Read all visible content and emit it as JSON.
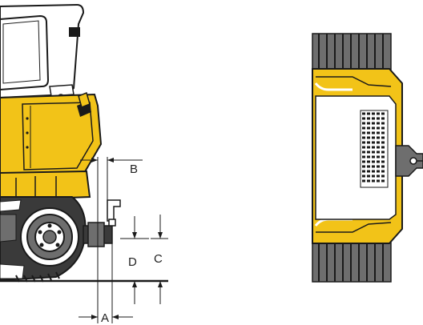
{
  "dimension_labels": {
    "a": "A",
    "b": "B",
    "c": "C",
    "d": "D"
  },
  "colors": {
    "machine_yellow": "#f2c318",
    "outline": "#1a1a1a",
    "track_dark": "#3a3a3a",
    "track_grey": "#6e6e6e",
    "white": "#ffffff"
  }
}
